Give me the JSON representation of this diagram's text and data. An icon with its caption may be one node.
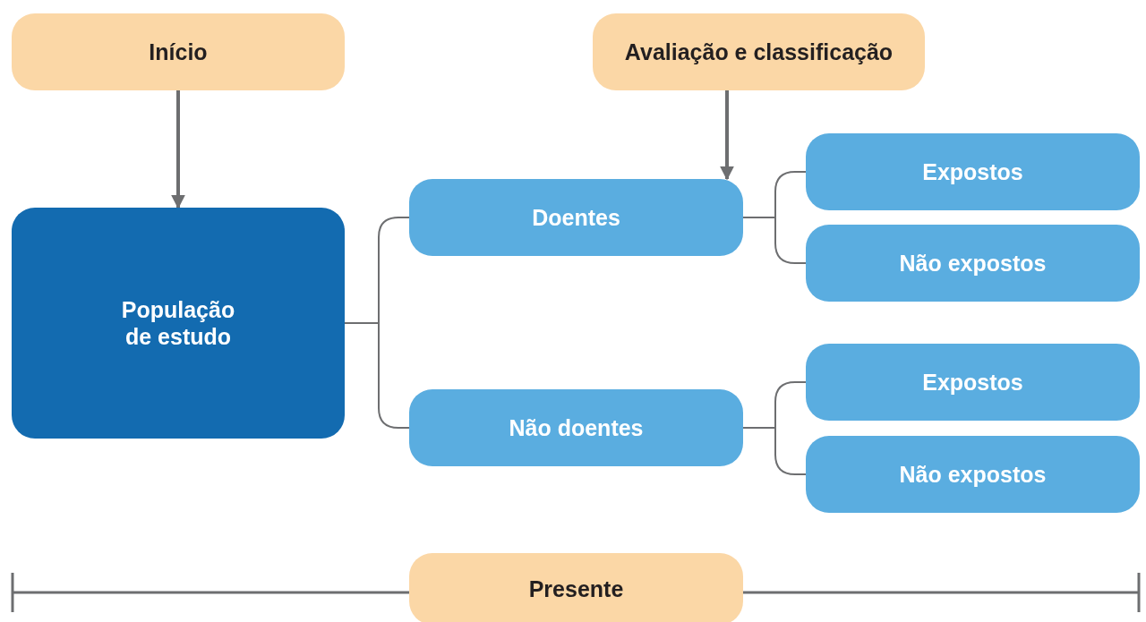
{
  "diagram": {
    "nodes": [
      {
        "text": [
          "Início"
        ]
      },
      {
        "text": [
          "Avaliação e classificação"
        ]
      },
      {
        "text": [
          "População de estudo"
        ]
      },
      {
        "text": [
          "Doentes"
        ]
      },
      {
        "text": [
          "Não doentes"
        ]
      },
      {
        "text": [
          "Expostos"
        ]
      },
      {
        "text": [
          "Não expostos"
        ]
      },
      {
        "text": [
          "Expostos"
        ]
      },
      {
        "text": [
          "Não expostos"
        ]
      },
      {
        "text": [
          "Presente"
        ]
      }
    ],
    "edges": [
      {
        "from": 0,
        "to": 2,
        "arrow": "to",
        "style": "thick"
      },
      {
        "from": 1,
        "to": 3,
        "arrow": "to",
        "style": "thick"
      },
      {
        "from": 2,
        "to": 3,
        "arrow": "none"
      },
      {
        "from": 2,
        "to": 4,
        "arrow": "none"
      },
      {
        "from": 3,
        "to": 5,
        "arrow": "none"
      },
      {
        "from": 3,
        "to": 6,
        "arrow": "none"
      },
      {
        "from": 4,
        "to": 7,
        "arrow": "none"
      },
      {
        "from": 4,
        "to": 8,
        "arrow": "none"
      }
    ]
  }
}
